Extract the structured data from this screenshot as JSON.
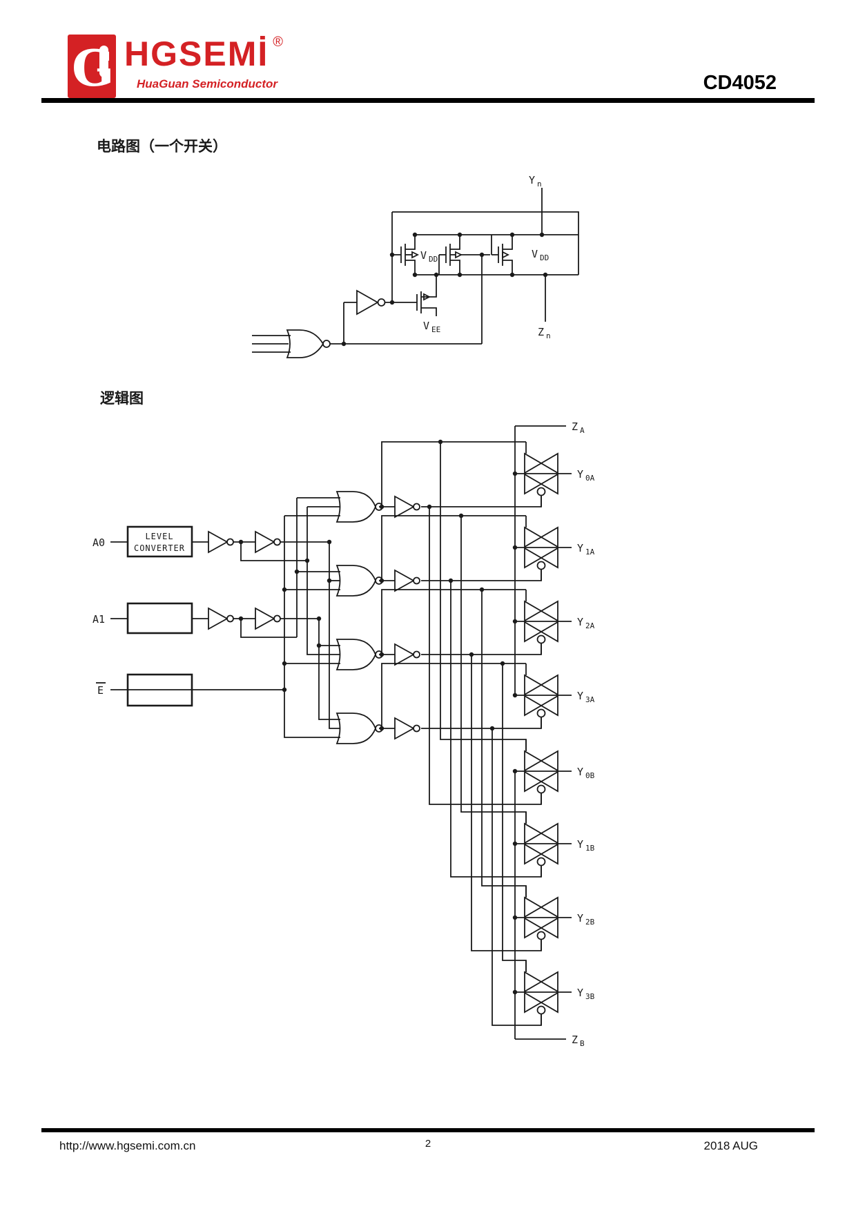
{
  "header": {
    "brand": "HGSEMİ",
    "registered": "®",
    "brand_subtitle": "HuaGuan Semiconductor",
    "brand_color": "#d42124",
    "part_number": "CD4052",
    "logo_glyph": "G"
  },
  "sections": {
    "circuit_title": "电路图（一个开关）",
    "logic_title": "逻辑图"
  },
  "circuit": {
    "labels": {
      "yn": {
        "base": "Y",
        "sub": "n"
      },
      "zn": {
        "base": "Z",
        "sub": "n"
      },
      "vdd_left": {
        "base": "V",
        "sub": "DD"
      },
      "vdd_right": {
        "base": "V",
        "sub": "DD"
      },
      "vee": {
        "base": "V",
        "sub": "EE"
      }
    }
  },
  "logic": {
    "inputs": {
      "a0": "A0",
      "a1": "A1",
      "enable": "E"
    },
    "level_converter": {
      "line1": "LEVEL",
      "line2": "CONVERTER"
    },
    "outputs": {
      "za": {
        "base": "Z",
        "sub": "A"
      },
      "y0a": {
        "base": "Y",
        "sub": "0A"
      },
      "y1a": {
        "base": "Y",
        "sub": "1A"
      },
      "y2a": {
        "base": "Y",
        "sub": "2A"
      },
      "y3a": {
        "base": "Y",
        "sub": "3A"
      },
      "y0b": {
        "base": "Y",
        "sub": "0B"
      },
      "y1b": {
        "base": "Y",
        "sub": "1B"
      },
      "y2b": {
        "base": "Y",
        "sub": "2B"
      },
      "y3b": {
        "base": "Y",
        "sub": "3B"
      },
      "zb": {
        "base": "Z",
        "sub": "B"
      }
    }
  },
  "footer": {
    "url": "http://www.hgsemi.com.cn",
    "page_number": "2",
    "date": "2018 AUG"
  }
}
